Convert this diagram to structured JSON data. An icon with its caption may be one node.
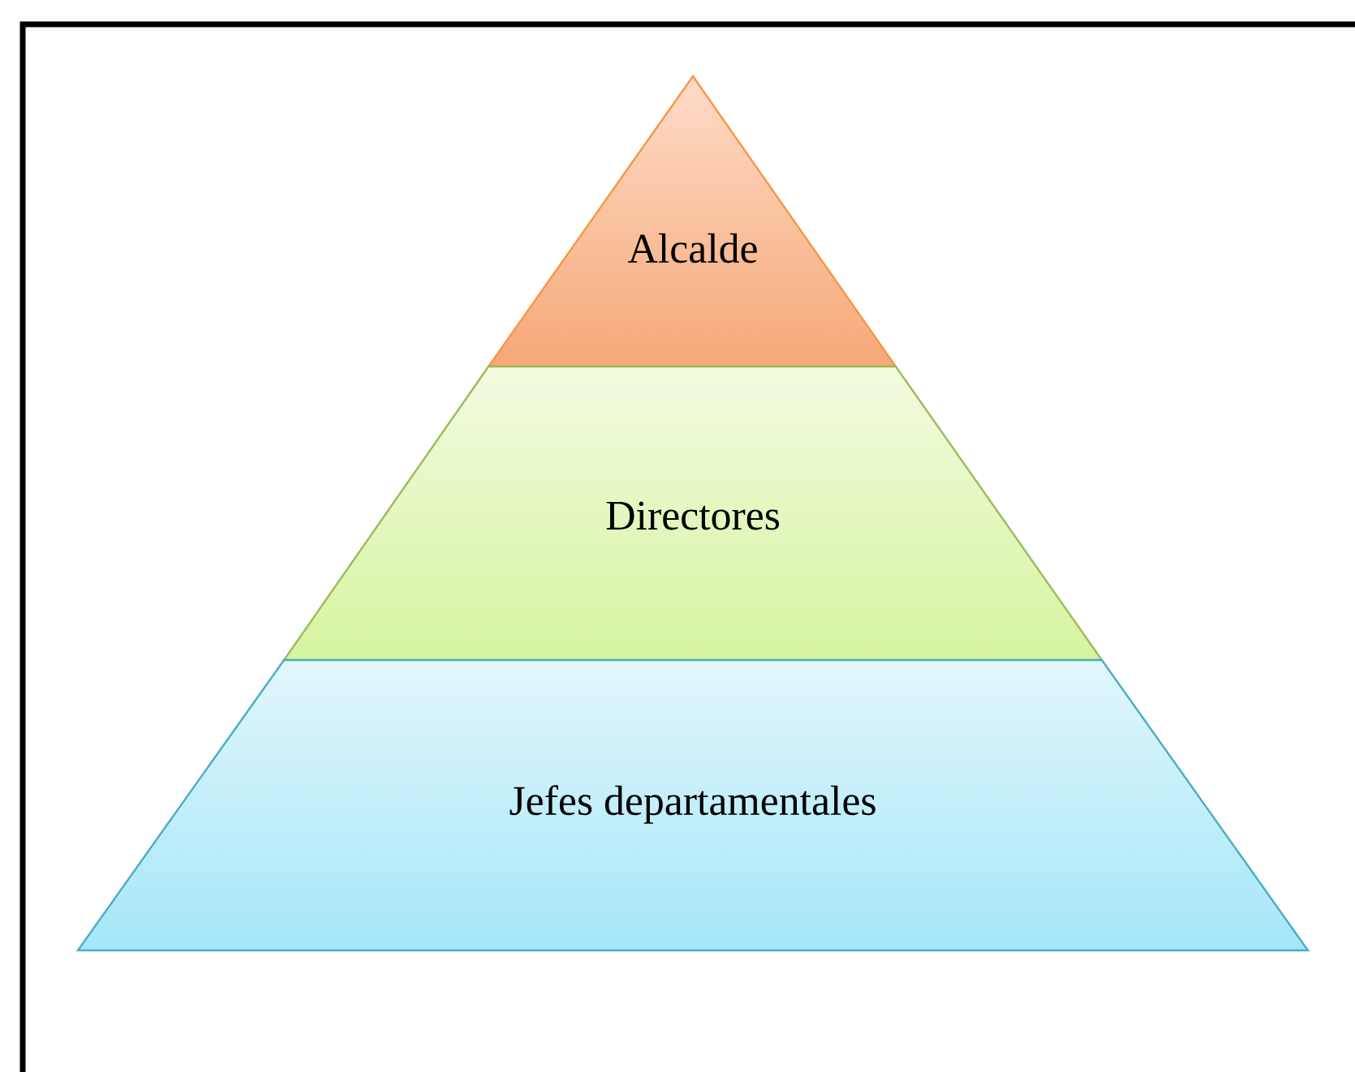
{
  "diagram": {
    "nodes": [
      {
        "text": [
          "Alcalde"
        ]
      },
      {
        "text": [
          "Directores"
        ]
      },
      {
        "text": [
          "Jefes departamentales"
        ]
      }
    ]
  }
}
